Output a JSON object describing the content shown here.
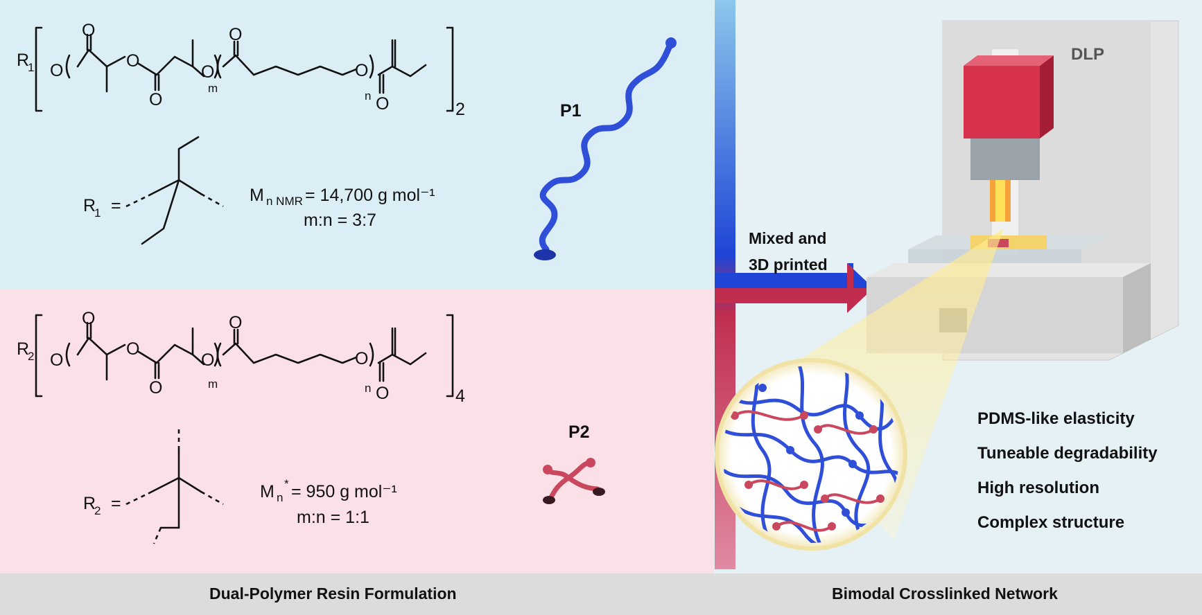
{
  "panels": {
    "left_footer": "Dual-Polymer Resin Formulation",
    "right_footer": "Bimodal Crosslinked Network"
  },
  "p1": {
    "label": "P1",
    "r_group": "R",
    "r_sub": "1",
    "r_def_label": "R",
    "r_def_sub": "1",
    "equals": "=",
    "mn_main": "M",
    "mn_sub": "n NMR",
    "mn_value": " = 14,700 g mol⁻¹",
    "ratio": "m:n = 3:7",
    "multiplier": "2"
  },
  "p2": {
    "label": "P2",
    "r_group": "R",
    "r_sub": "2",
    "r_def_label": "R",
    "r_def_sub": "2",
    "equals": "=",
    "mn_main": "M",
    "mn_sub": "n",
    "mn_sup": "*",
    "mn_value": " = 950 g mol⁻¹",
    "ratio": "m:n = 1:1",
    "multiplier": "4"
  },
  "chem_atoms": {
    "oxygen": "O",
    "m": "m",
    "n": "n"
  },
  "process": {
    "line1": "Mixed and",
    "line2": "3D printed",
    "printer_label": "DLP"
  },
  "properties": [
    "PDMS-like elasticity",
    "Tuneable degradability",
    "High resolution",
    "Complex structure"
  ],
  "colors": {
    "blue_polymer": "#2f4fd8",
    "red_polymer": "#c9485e",
    "top_panel": "#dbeef6",
    "bottom_panel": "#fce0e8",
    "arrow_blue": "#1f44d6",
    "arrow_red": "#c02d4e"
  }
}
